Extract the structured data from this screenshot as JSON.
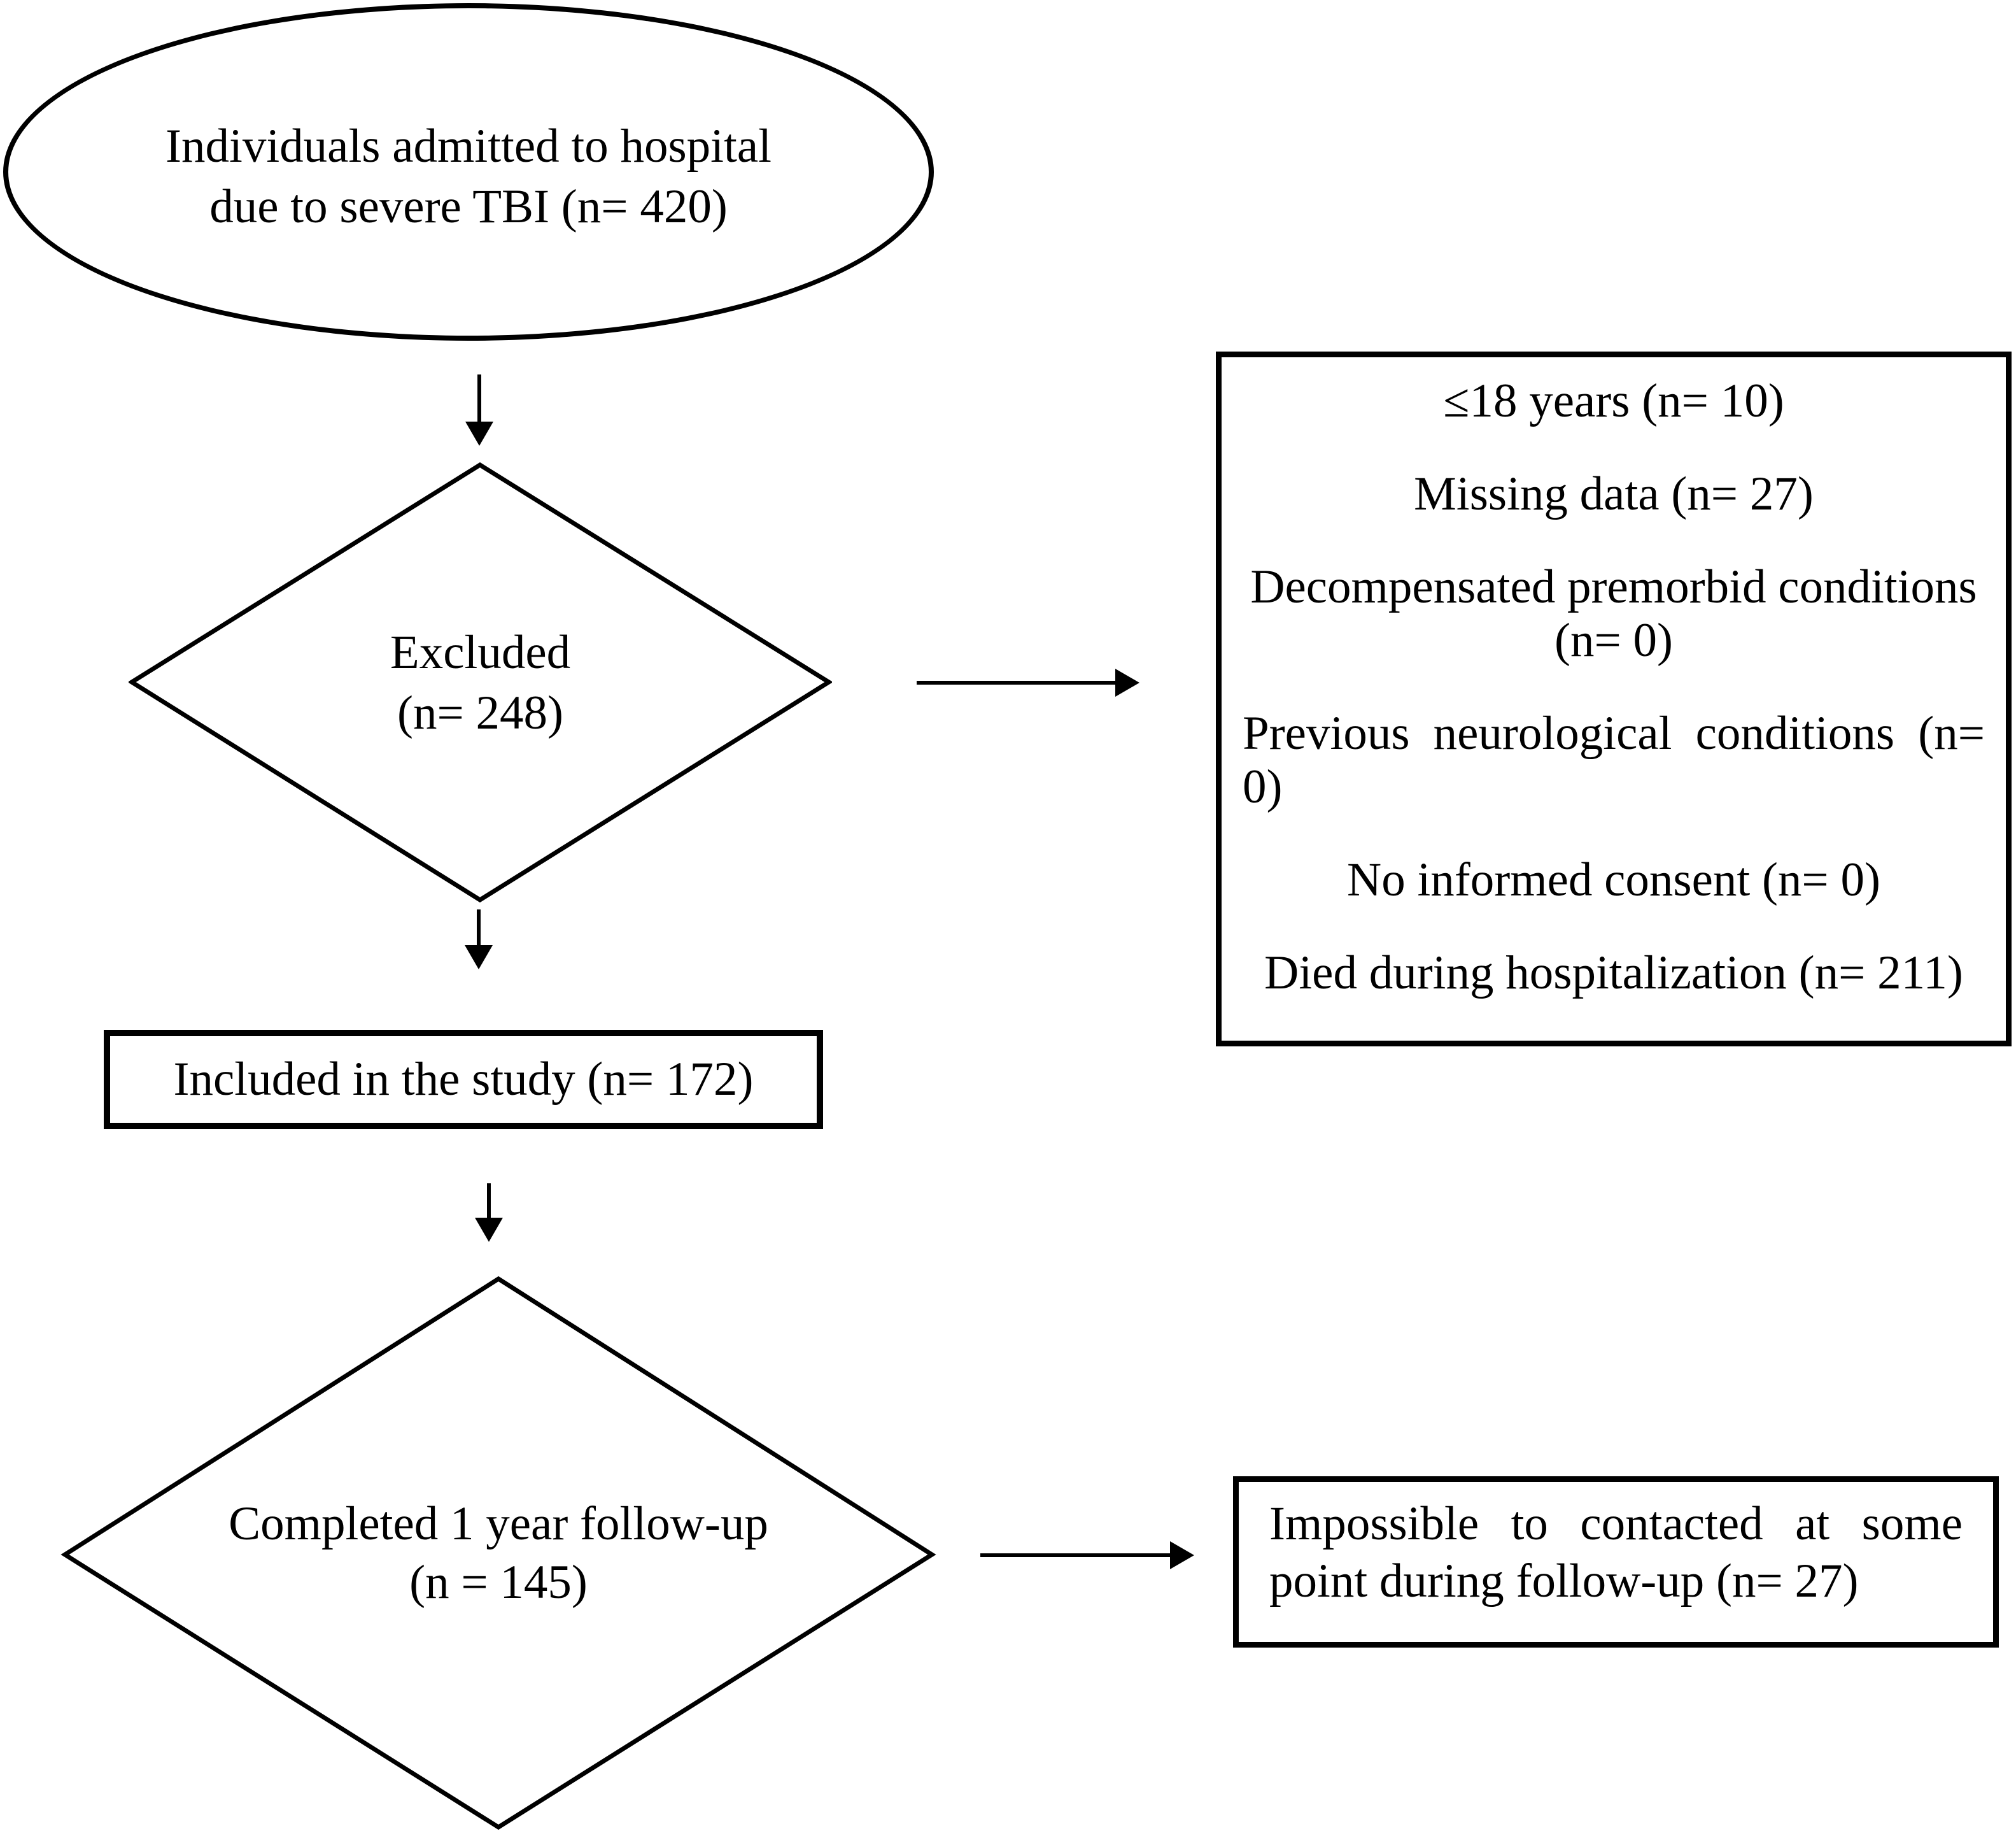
{
  "page": {
    "background_color": "#ffffff",
    "ink_color": "#000000"
  },
  "flowchart": {
    "start_ellipse": {
      "lines": [
        "Individuals admitted to hospital",
        "due to severe TBI (n= 420)"
      ]
    },
    "excluded_diamond": {
      "lines": [
        "Excluded",
        "(n= 248)"
      ]
    },
    "exclusion_box": {
      "items": [
        "≤18 years (n= 10)",
        "Missing data (n= 27)",
        "Decompensated premorbid conditions (n= 0)",
        "Previous neurological conditions (n= 0)",
        "No informed consent (n= 0)",
        "Died during hospitalization (n= 211)"
      ]
    },
    "included_box": {
      "label": "Included in the study (n= 172)"
    },
    "followup_diamond": {
      "lines": [
        "Completed 1 year follow-up",
        "(n = 145)"
      ]
    },
    "followup_box": {
      "label": "Impossible to contacted at some point during follow-up (n= 27)"
    }
  }
}
